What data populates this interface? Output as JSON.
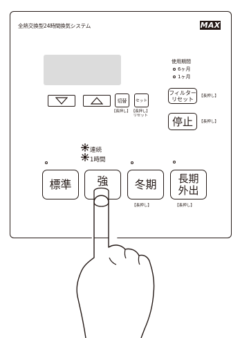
{
  "panel": {
    "title": "全熱交換型24時間換気システム",
    "brand": "MAX"
  },
  "filter_period": {
    "heading": "使用期間",
    "options": [
      "6ヶ月",
      "1ヶ月"
    ]
  },
  "small_buttons": {
    "down_icon": "down-triangle-icon",
    "up_icon": "up-triangle-icon",
    "switch_label": "切替",
    "set_label": "セット",
    "switch_note": "【長押し】",
    "set_note": "【長押し】\nリセット"
  },
  "filter_reset": {
    "label": "フィルター\nリセット",
    "note": "【長押し】"
  },
  "stop": {
    "label": "停止",
    "note": "【長押し】"
  },
  "strong_indicators": {
    "continuous": "連続",
    "one_hour": "1時間"
  },
  "mode_buttons": [
    {
      "label": "標準",
      "note": ""
    },
    {
      "label": "強",
      "note": ""
    },
    {
      "label": "冬期",
      "note": "【長押し】"
    },
    {
      "label": "長期\n外出",
      "note": "【長押し】"
    }
  ],
  "illustration": {
    "hand_icon": "pointing-hand-icon"
  }
}
